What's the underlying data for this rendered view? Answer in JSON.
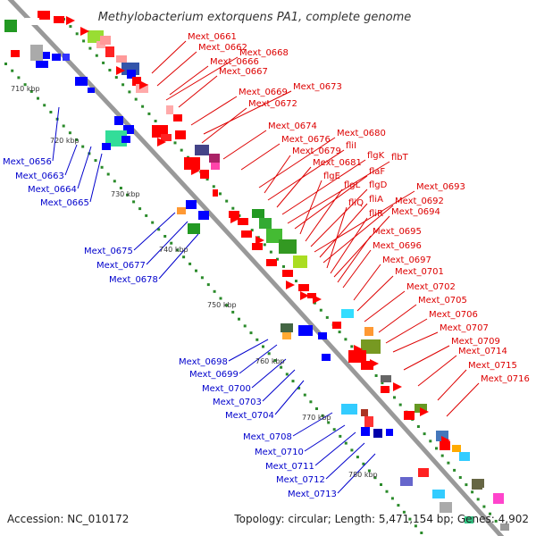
{
  "title": "Methylobacterium extorquens PA1, complete genome",
  "footer": {
    "accession": "Accession: NC_010172",
    "topology": "Topology: circular; Length: 5,471,154 bp; Genes: 4,902"
  },
  "colors": {
    "backbone": "#999999",
    "forward_label": "#dd0000",
    "reverse_label": "#0000cc",
    "tick": "#2a8a2a"
  },
  "ticks": [
    "710 kbp",
    "720 kbp",
    "730 kbp",
    "740 kbp",
    "750 kbp",
    "760 kbp",
    "770 kbp",
    "780 kbp"
  ],
  "forward_labels": [
    "Mext_0661",
    "Mext_0662",
    "Mext_0666",
    "Mext_0668",
    "Mext_0667",
    "Mext_0669",
    "Mext_0673",
    "Mext_0672",
    "Mext_0674",
    "Mext_0676",
    "Mext_0680",
    "Mext_0679",
    "fliI",
    "Mext_0681",
    "flgK",
    "flbT",
    "flaF",
    "flgE",
    "flgL",
    "flgD",
    "Mext_0693",
    "fliA",
    "Mext_0692",
    "fliQ",
    "fliR",
    "Mext_0694",
    "Mext_0695",
    "Mext_0696",
    "Mext_0697",
    "Mext_0701",
    "Mext_0702",
    "Mext_0705",
    "Mext_0706",
    "Mext_0707",
    "Mext_0709",
    "Mext_0714",
    "Mext_0715",
    "Mext_0716"
  ],
  "reverse_labels": [
    "Mext_0656",
    "Mext_0663",
    "Mext_0664",
    "Mext_0665",
    "Mext_0675",
    "Mext_0677",
    "Mext_0678",
    "Mext_0698",
    "Mext_0699",
    "Mext_0700",
    "Mext_0703",
    "Mext_0704",
    "Mext_0708",
    "Mext_0710",
    "Mext_0711",
    "Mext_0712",
    "Mext_0713"
  ]
}
